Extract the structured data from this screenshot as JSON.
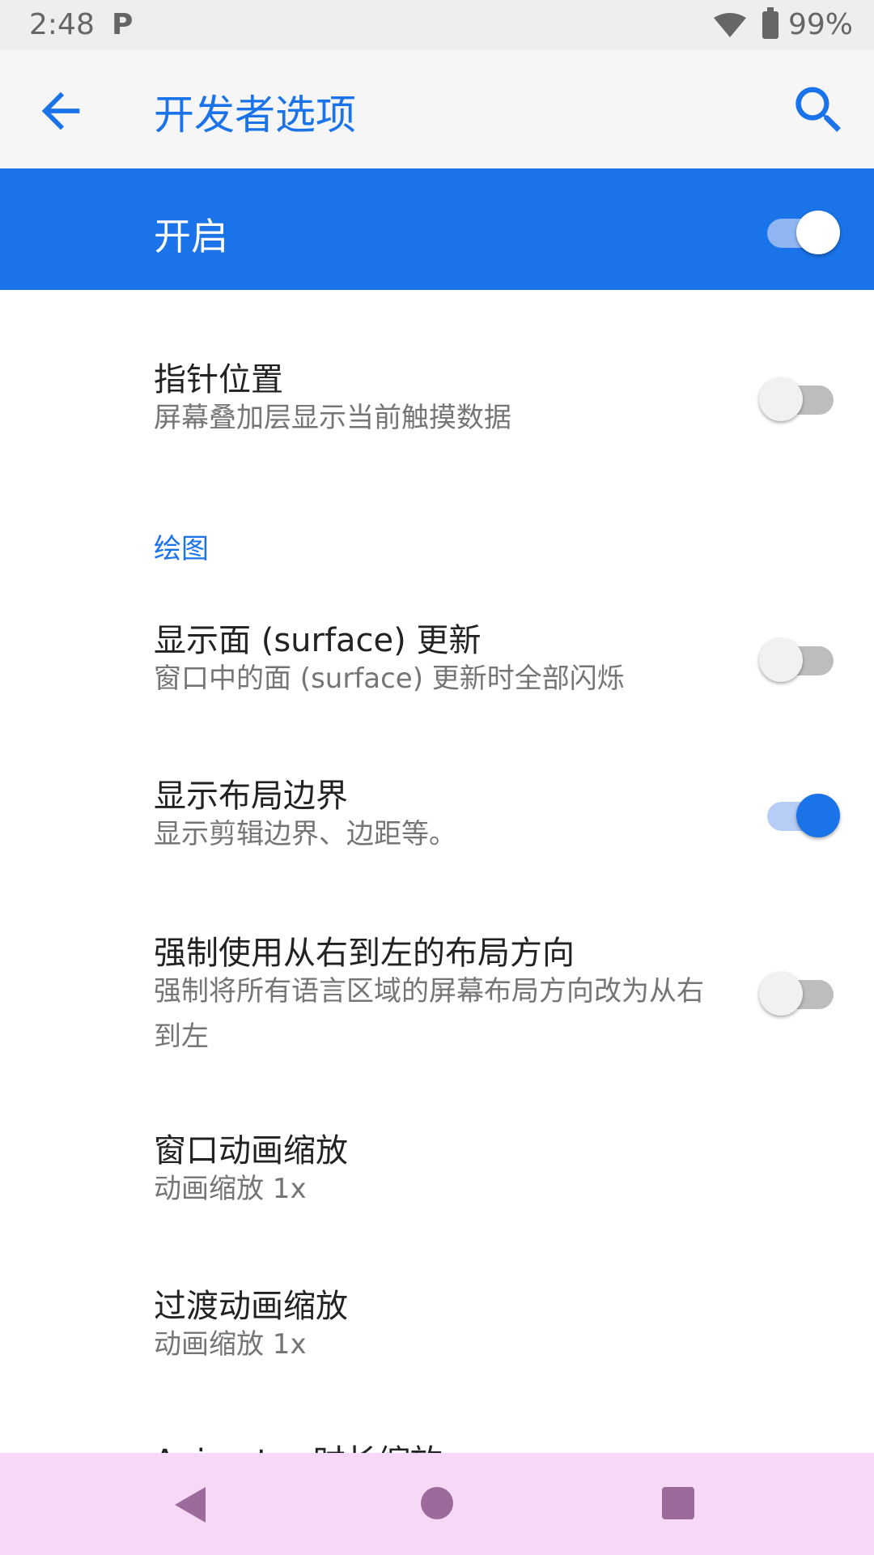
{
  "status_bar": {
    "time": "2:48",
    "app_icon_letter": "P",
    "battery": "99%"
  },
  "app_bar": {
    "title": "开发者选项",
    "back_icon": "arrow-left-icon",
    "search_icon": "search-icon"
  },
  "master_switch": {
    "label": "开启",
    "on": true
  },
  "items": [
    {
      "title": "指针位置",
      "subtitle": "屏幕叠加层显示当前触摸数据",
      "toggle": false
    },
    {
      "title": "显示面 (surface) 更新",
      "subtitle": "窗口中的面 (surface) 更新时全部闪烁",
      "toggle": false
    },
    {
      "title": "显示布局边界",
      "subtitle": "显示剪辑边界、边距等。",
      "toggle": true
    },
    {
      "title": "强制使用从右到左的布局方向",
      "subtitle": "强制将所有语言区域的屏幕布局方向改为从右到左",
      "toggle": false
    },
    {
      "title": "窗口动画缩放",
      "subtitle": "动画缩放 1x"
    },
    {
      "title": "过渡动画缩放",
      "subtitle": "动画缩放 1x"
    },
    {
      "title": "Animator 时长缩放"
    }
  ],
  "category": {
    "drawing": "绘图"
  },
  "nav_bar": {
    "back_icon": "triangle-back-icon",
    "home_icon": "circle-home-icon",
    "recents_icon": "square-recents-icon"
  },
  "colors": {
    "accent": "#1a73e8",
    "nav_bar": "#f7d9f7"
  }
}
